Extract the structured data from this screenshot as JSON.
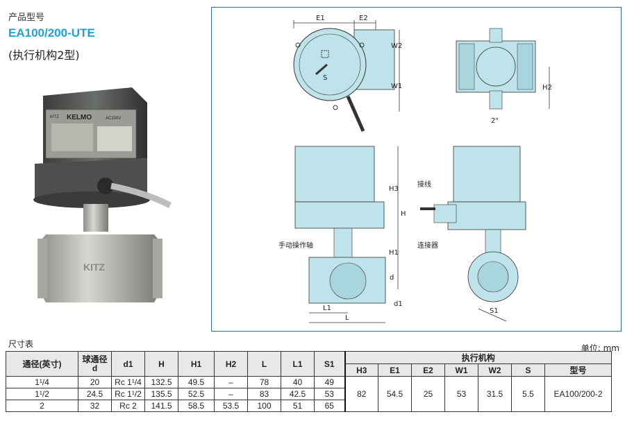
{
  "header": {
    "model_label": "产品型号",
    "model_code": "EA100/200-UTE",
    "model_subtitle": "(执行机构2型)"
  },
  "photo": {
    "brand_on_actuator": "KELMO",
    "brand_small": "KITZ",
    "body_mark": "KITZ",
    "actuator_voltage": "AC100V"
  },
  "diagram": {
    "top_left": {
      "E1": "E1",
      "E2": "E2",
      "W2": "W2",
      "W1": "W1",
      "S": "S"
    },
    "top_right": {
      "H2": "H2",
      "size": "2\""
    },
    "bottom_left": {
      "H3": "H3",
      "H": "H",
      "H1": "H1",
      "d": "d",
      "L1": "L1",
      "L": "L",
      "d1": "d1",
      "manual_shaft": "手动操作轴"
    },
    "bottom_right": {
      "wire": "接线",
      "connector": "连接器",
      "S1": "S1"
    }
  },
  "table": {
    "title": "尺寸表",
    "unit": "单位: mm",
    "actuator_group": "执行机构",
    "headers_left": [
      "通径(英寸)",
      "球通径\nd",
      "d1",
      "H",
      "H1",
      "H2",
      "L",
      "L1",
      "S1"
    ],
    "headers_right": [
      "H3",
      "E1",
      "E2",
      "W1",
      "W2",
      "S",
      "型号"
    ],
    "rows": [
      {
        "size": "1¹/4",
        "d": "20",
        "d1": "Rc 1¹/4",
        "H": "132.5",
        "H1": "49.5",
        "H2": "–",
        "L": "78",
        "L1": "40",
        "S1": "49"
      },
      {
        "size": "1¹/2",
        "d": "24.5",
        "d1": "Rc 1¹/2",
        "H": "135.5",
        "H1": "52.5",
        "H2": "–",
        "L": "83",
        "L1": "42.5",
        "S1": "53"
      },
      {
        "size": "2",
        "d": "32",
        "d1": "Rc 2",
        "H": "141.5",
        "H1": "58.5",
        "H2": "53.5",
        "L": "100",
        "L1": "51",
        "S1": "65"
      }
    ],
    "actuator_values": {
      "H3": "82",
      "E1": "54.5",
      "E2": "25",
      "W1": "53",
      "W2": "31.5",
      "S": "5.5",
      "model": "EA100/200-2"
    }
  }
}
